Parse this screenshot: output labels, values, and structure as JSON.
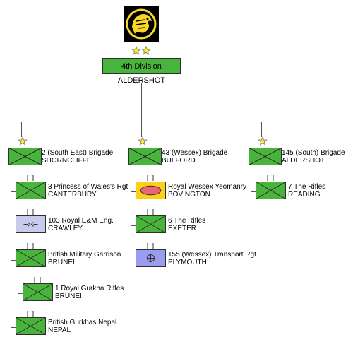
{
  "colors": {
    "infantry": "#49b43c",
    "engineer": "#c9cbea",
    "armour": "#fbd016",
    "armour_oval": "#ee6378",
    "transport": "#9a9cf0",
    "star": "#ffee22",
    "line": "#555555"
  },
  "division": {
    "name": "4th Division",
    "location": "ALDERSHOT",
    "insignia_icon": "tiger-head-icon",
    "rank_icon": "two-star-icon"
  },
  "brigades": [
    {
      "name": "2 (South East) Brigade",
      "location": "SHORNCLIFFE",
      "units": [
        {
          "name": "3 Princess of Wales's Rgt",
          "location": "CANTERBURY",
          "type": "infantry"
        },
        {
          "name": "103 Royal E&M Eng.",
          "location": "CRAWLEY",
          "type": "engineer"
        },
        {
          "name": "British Military Garrison",
          "location": "BRUNEI",
          "type": "infantry",
          "sub_units": [
            {
              "name": "1 Royal Gurkha Rifles",
              "location": "BRUNEI",
              "type": "infantry"
            }
          ]
        },
        {
          "name": "British Gurkhas Nepal",
          "location": "NEPAL",
          "type": "infantry"
        }
      ]
    },
    {
      "name": "43 (Wessex) Brigade",
      "location": "BULFORD",
      "units": [
        {
          "name": "Royal Wessex Yeomanry",
          "location": "BOVINGTON",
          "type": "armour"
        },
        {
          "name": "6 The Rifles",
          "location": "EXETER",
          "type": "infantry"
        },
        {
          "name": "155 (Wessex) Transport Rgt.",
          "location": "PLYMOUTH",
          "type": "transport"
        }
      ]
    },
    {
      "name": "145 (South) Brigade",
      "location": "ALDERSHOT",
      "units": [
        {
          "name": "7 The Rifles",
          "location": "READING",
          "type": "infantry"
        }
      ]
    }
  ]
}
